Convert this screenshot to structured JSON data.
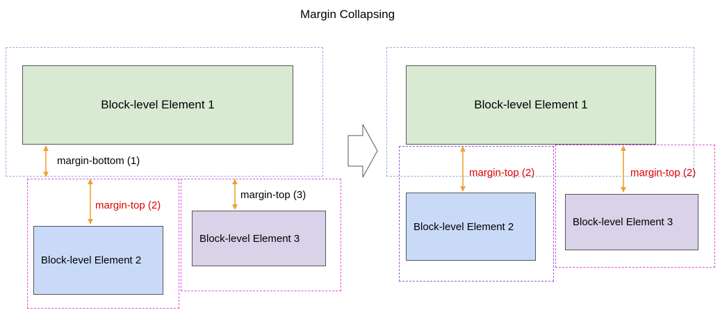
{
  "title": "Margin Collapsing",
  "colors": {
    "outer_outline": "#8fb0de",
    "pink_outline": "#e04be0",
    "purple_outline": "#9a4ce6",
    "green_block": "#d9ead3",
    "blue_block": "#c9daf8",
    "purple_block": "#d9d2e9",
    "arrow": "#f0a030",
    "red_label": "#e00000"
  },
  "before": {
    "block1": "Block-level Element 1",
    "block2": "Block-level Element 2",
    "block3": "Block-level Element 3",
    "margin_bottom": "margin-bottom (1)",
    "margin_top_2": "margin-top (2)",
    "margin_top_3": "margin-top (3)"
  },
  "after": {
    "block1": "Block-level Element 1",
    "block2": "Block-level Element 2",
    "block3": "Block-level Element 3",
    "margin_top_a": "margin-top (2)",
    "margin_top_b": "margin-top (2)"
  }
}
